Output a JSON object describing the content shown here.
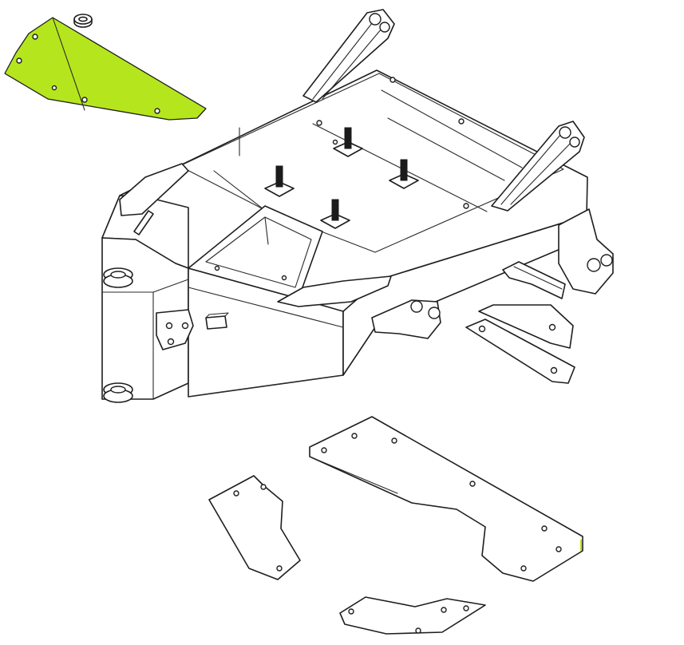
{
  "diagram": {
    "highlight_color": "#b5e61d",
    "line_color": "#1e1e1e",
    "background": "#ffffff",
    "parts": [
      {
        "id": "highlighted-side-panel",
        "highlighted": true
      },
      {
        "id": "washer",
        "highlighted": false
      },
      {
        "id": "main-frame",
        "highlighted": false
      },
      {
        "id": "front-bracket-plate",
        "highlighted": false
      },
      {
        "id": "rear-bracket-plates",
        "highlighted": false
      },
      {
        "id": "large-bottom-plate",
        "highlighted": false
      },
      {
        "id": "left-bottom-plate",
        "highlighted": false
      },
      {
        "id": "lower-bottom-plate",
        "highlighted": false
      }
    ]
  }
}
